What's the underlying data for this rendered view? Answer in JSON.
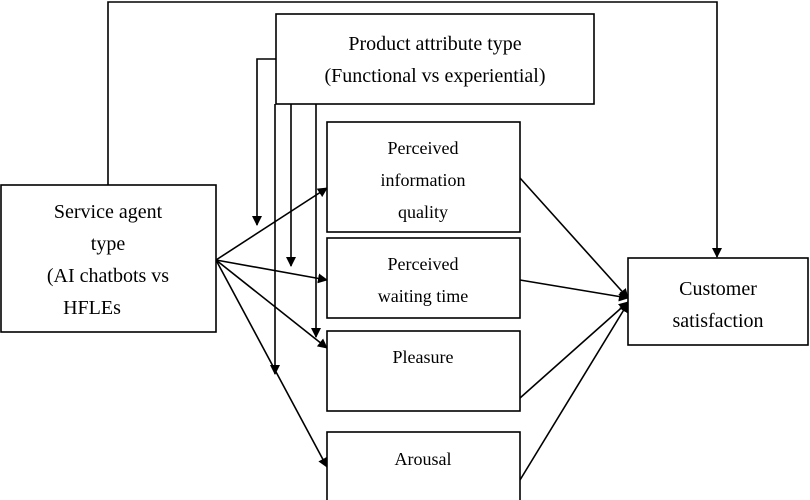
{
  "nodes": {
    "product_attribute": {
      "lines": [
        "Product attribute type",
        "(Functional vs experiential)"
      ]
    },
    "service_agent": {
      "lines": [
        "Service agent",
        "type",
        "(AI chatbots vs",
        "HFLEs"
      ]
    },
    "perceived_info_quality": {
      "lines": [
        "Perceived",
        "information",
        "quality"
      ]
    },
    "perceived_waiting_time": {
      "lines": [
        "Perceived",
        "waiting time"
      ]
    },
    "pleasure": {
      "lines": [
        "Pleasure"
      ]
    },
    "arousal": {
      "lines": [
        "Arousal"
      ]
    },
    "customer_satisfaction": {
      "lines": [
        "Customer",
        "satisfaction"
      ]
    }
  },
  "colors": {
    "stroke": "#000000",
    "fill": "#ffffff",
    "text": "#000000"
  }
}
